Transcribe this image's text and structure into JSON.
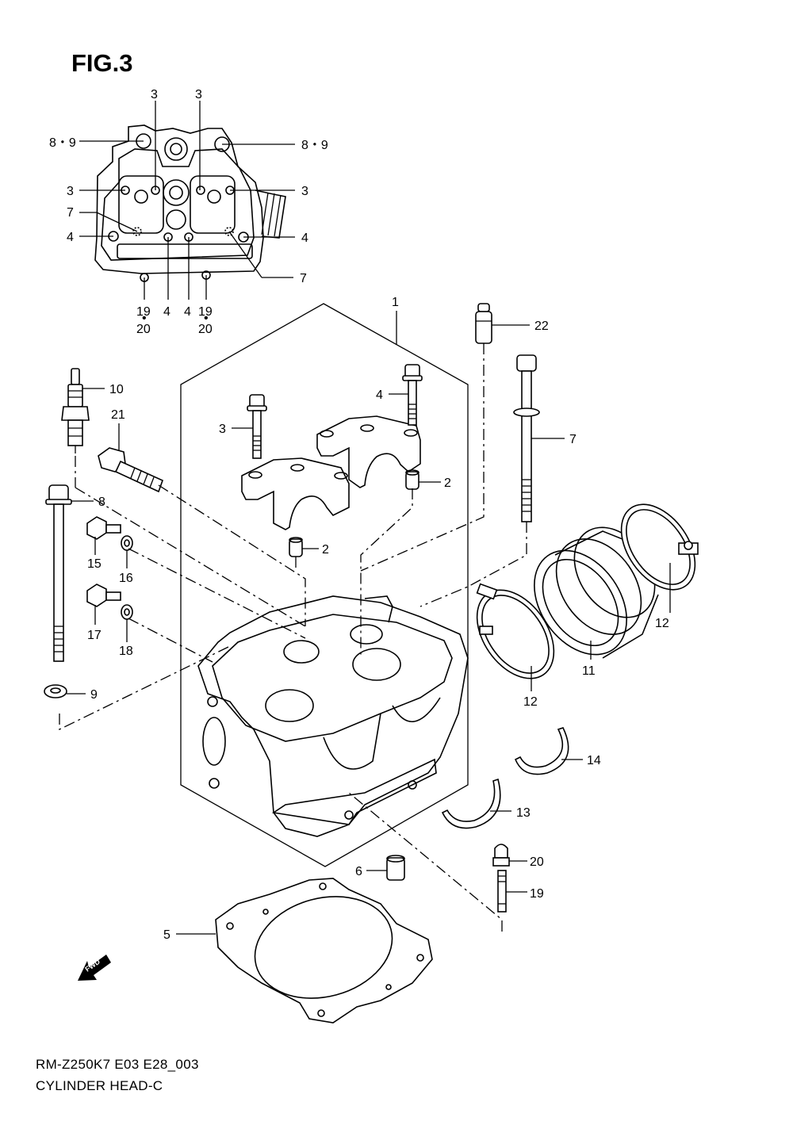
{
  "figure": {
    "title": "FIG.3",
    "model_code": "RM-Z250K7 E03 E28_003",
    "part_group": "CYLINDER HEAD-C"
  },
  "fwd_badge": "FWD",
  "callouts": {
    "top_view": {
      "c3a": "3",
      "c3b": "3",
      "c89l": "8・9",
      "c89r": "8・9",
      "c3l": "3",
      "c3r": "3",
      "c7l": "7",
      "c4l": "4",
      "c4r": "4",
      "c7r": "7",
      "c1920l_top": "19",
      "c1920l_bot": "20",
      "c4m1": "4",
      "c4m2": "4",
      "c1920r_top": "19",
      "c1920r_bot": "20"
    },
    "exploded_view": {
      "p1": "1",
      "p22": "22",
      "p10": "10",
      "p4": "4",
      "p21": "21",
      "p3": "3",
      "p7": "7",
      "p2a": "2",
      "p8": "8",
      "p2b": "2",
      "p15": "15",
      "p16": "16",
      "p17": "17",
      "p18": "18",
      "p12a": "12",
      "p11": "11",
      "p12b": "12",
      "p9": "9",
      "p14": "14",
      "p13": "13",
      "p20": "20",
      "p6": "6",
      "p19": "19",
      "p5": "5"
    }
  }
}
